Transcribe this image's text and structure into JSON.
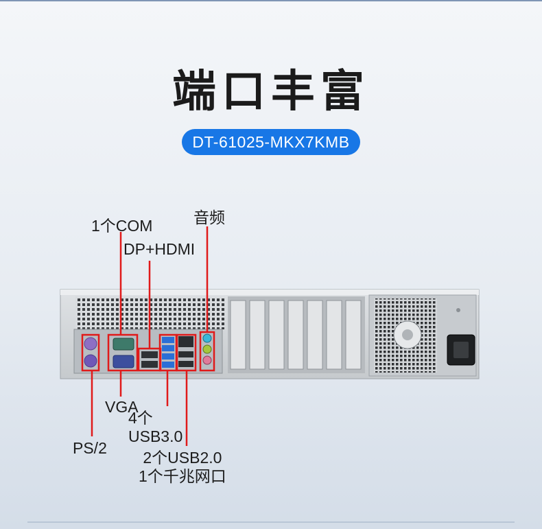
{
  "title": "端口丰富",
  "model": "DT-61025-MKX7KMB",
  "labels": {
    "com": "1个COM",
    "audio": "音频",
    "dp_hdmi": "DP+HDMI",
    "vga": "VGA",
    "usb3": "4个\nUSB3.0",
    "ps2": "PS/2",
    "usb2_lan": "2个USB2.0\n1个千兆网口"
  },
  "colors": {
    "accent": "#1877e6",
    "highlight": "#e01a1a"
  }
}
